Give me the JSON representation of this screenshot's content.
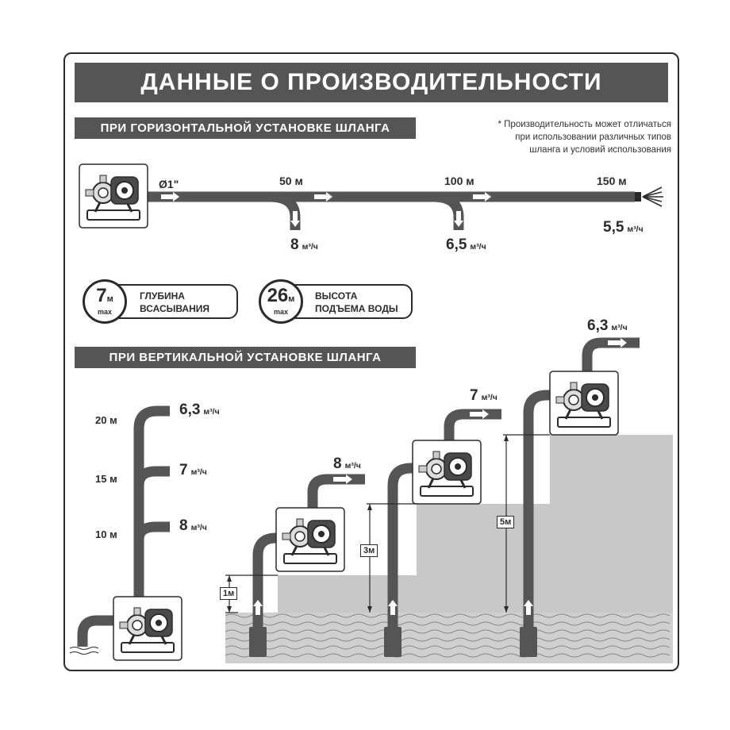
{
  "title": "ДАННЫЕ О ПРОИЗВОДИТЕЛЬНОСТИ",
  "horizontal": {
    "heading": "ПРИ ГОРИЗОНТАЛЬНОЙ УСТАНОВКЕ ШЛАНГА",
    "note_lines": [
      "* Производительность может отличаться",
      "при использовании различных типов",
      "шланга и условий использования"
    ],
    "hose_diameter": "Ø1\"",
    "distances": [
      "50 м",
      "100 м",
      "150 м"
    ],
    "flows": [
      "8",
      "6,5",
      "5,5"
    ],
    "unit": "м³/ч"
  },
  "specs": [
    {
      "value": "7",
      "unit": "м",
      "max": "max",
      "line1": "ГЛУБИНА",
      "line2": "ВСАСЫВАНИЯ"
    },
    {
      "value": "26",
      "unit": "м",
      "max": "max",
      "line1": "ВЫСОТА",
      "line2": "ПОДЪЕМА ВОДЫ"
    }
  ],
  "vertical": {
    "heading": "ПРИ ВЕРТИКАЛЬНОЙ УСТАНОВКЕ ШЛАНГА",
    "heights": [
      "20 м",
      "15 м",
      "10 м"
    ],
    "height_flows": [
      "6,3",
      "7",
      "8"
    ],
    "suction_depths": [
      "1м",
      "3м",
      "5м"
    ],
    "suction_flows": [
      "8",
      "7",
      "6,3"
    ],
    "unit": "м³/ч"
  },
  "colors": {
    "dark": "#2b2b2b",
    "bar": "#555555",
    "hose": "#555555",
    "step": "#c8c8c8",
    "water": "#c8c8c8"
  }
}
